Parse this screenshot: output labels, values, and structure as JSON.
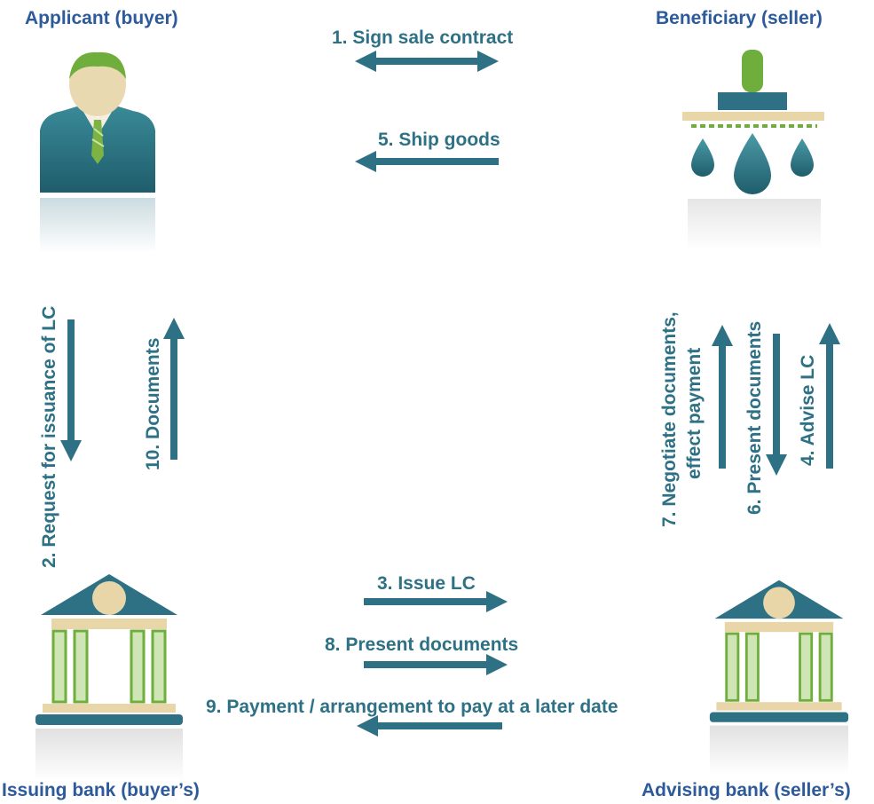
{
  "parties": {
    "applicant": "Applicant (buyer)",
    "beneficiary": "Beneficiary (seller)",
    "issuing_bank": "Issuing bank (buyer’s)",
    "advising_bank": "Advising bank (seller’s)"
  },
  "steps": {
    "s1": "1. Sign sale contract",
    "s2": "2. Request for issuance of LC",
    "s3": "3. Issue LC",
    "s4": "4. Advise LC",
    "s5": "5. Ship goods",
    "s6": "6. Present documents",
    "s7_line1": "7. Negotiate documents,",
    "s7_line2": "effect payment",
    "s8": "8. Present documents",
    "s9": "9. Payment / arrangement to pay at a later date",
    "s10": "10. Documents"
  },
  "colors": {
    "arrow": "#2e7185",
    "label": "#2e7185",
    "party_title": "#2c5a9a",
    "accent_green": "#5fa53a",
    "cream": "#e8d6a8"
  },
  "icons": {
    "applicant": "businessman-icon",
    "beneficiary": "factory-press-icon",
    "issuing_bank": "bank-building-icon",
    "advising_bank": "bank-building-icon"
  }
}
